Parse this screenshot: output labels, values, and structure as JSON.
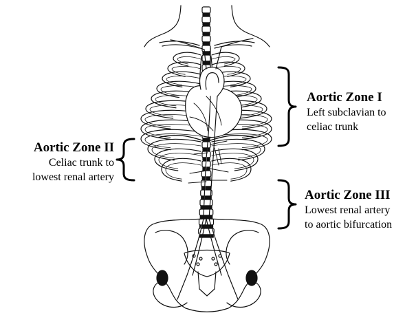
{
  "zones": [
    {
      "title": "Aortic Zone I",
      "lines": [
        "Left subclavian to",
        "celiac trunk"
      ]
    },
    {
      "title": "Aortic Zone II",
      "lines": [
        "Celiac trunk to",
        "lowest renal artery"
      ]
    },
    {
      "title": "Aortic Zone III",
      "lines": [
        "Lowest renal artery",
        "to aortic bifurcation"
      ]
    }
  ]
}
